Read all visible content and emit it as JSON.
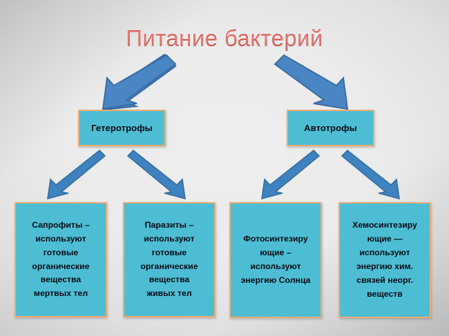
{
  "slide": {
    "title": "Питание бактерий",
    "title_color": "#cf2a20",
    "background_color": "#e6e6e6",
    "box_fill_color": "#4dbdd4",
    "box_border_color": "#eeab73",
    "arrow_color": "#4a86c4"
  },
  "level1": [
    {
      "id": "heterotrophs",
      "label": "Гетеротрофы"
    },
    {
      "id": "autotrophs",
      "label": "Автотрофы"
    }
  ],
  "level2": [
    {
      "id": "saprophytes",
      "label": "Сапрофиты –\nиспользуют\nготовые\nорганические\nвещества\nмертвых тел"
    },
    {
      "id": "parasites",
      "label": "Паразиты –\nиспользуют\nготовые\nорганические\nвещества\nживых тел"
    },
    {
      "id": "photosynthetic",
      "label": "Фотосинтезиру\nющие –\nиспользуют\nэнергию Солнца"
    },
    {
      "id": "chemosynthetic",
      "label": "Хемосинтезиру\nющие —\nиспользуют\nэнергию хим.\nсвязей неорг.\nвеществ"
    }
  ],
  "arrows": [
    {
      "id": "title-to-heterotrophs",
      "direction": "down-left",
      "from": "title",
      "to": "heterotrophs"
    },
    {
      "id": "title-to-autotrophs",
      "direction": "down-right",
      "from": "title",
      "to": "autotrophs"
    },
    {
      "id": "heterotrophs-to-saprophytes",
      "direction": "down-left",
      "from": "heterotrophs",
      "to": "saprophytes"
    },
    {
      "id": "heterotrophs-to-parasites",
      "direction": "down-right",
      "from": "heterotrophs",
      "to": "parasites"
    },
    {
      "id": "autotrophs-to-photosynthetic",
      "direction": "down-left",
      "from": "autotrophs",
      "to": "photosynthetic"
    },
    {
      "id": "autotrophs-to-chemosynthetic",
      "direction": "down-right",
      "from": "autotrophs",
      "to": "chemosynthetic"
    }
  ]
}
